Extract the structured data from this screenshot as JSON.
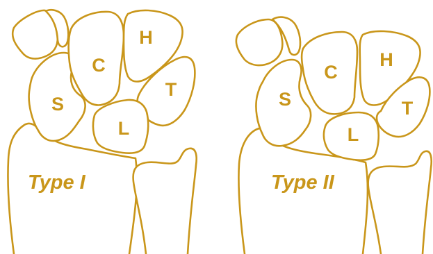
{
  "colors": {
    "outline": "#C9961A",
    "background": "#FFFFFF"
  },
  "panels": [
    {
      "type_label": "Type I",
      "bones": {
        "scaphoid": "S",
        "capitate": "C",
        "hamate": "H",
        "triquetrum": "T",
        "lunate": "L"
      }
    },
    {
      "type_label": "Type II",
      "bones": {
        "scaphoid": "S",
        "capitate": "C",
        "hamate": "H",
        "triquetrum": "T",
        "lunate": "L"
      }
    }
  ]
}
